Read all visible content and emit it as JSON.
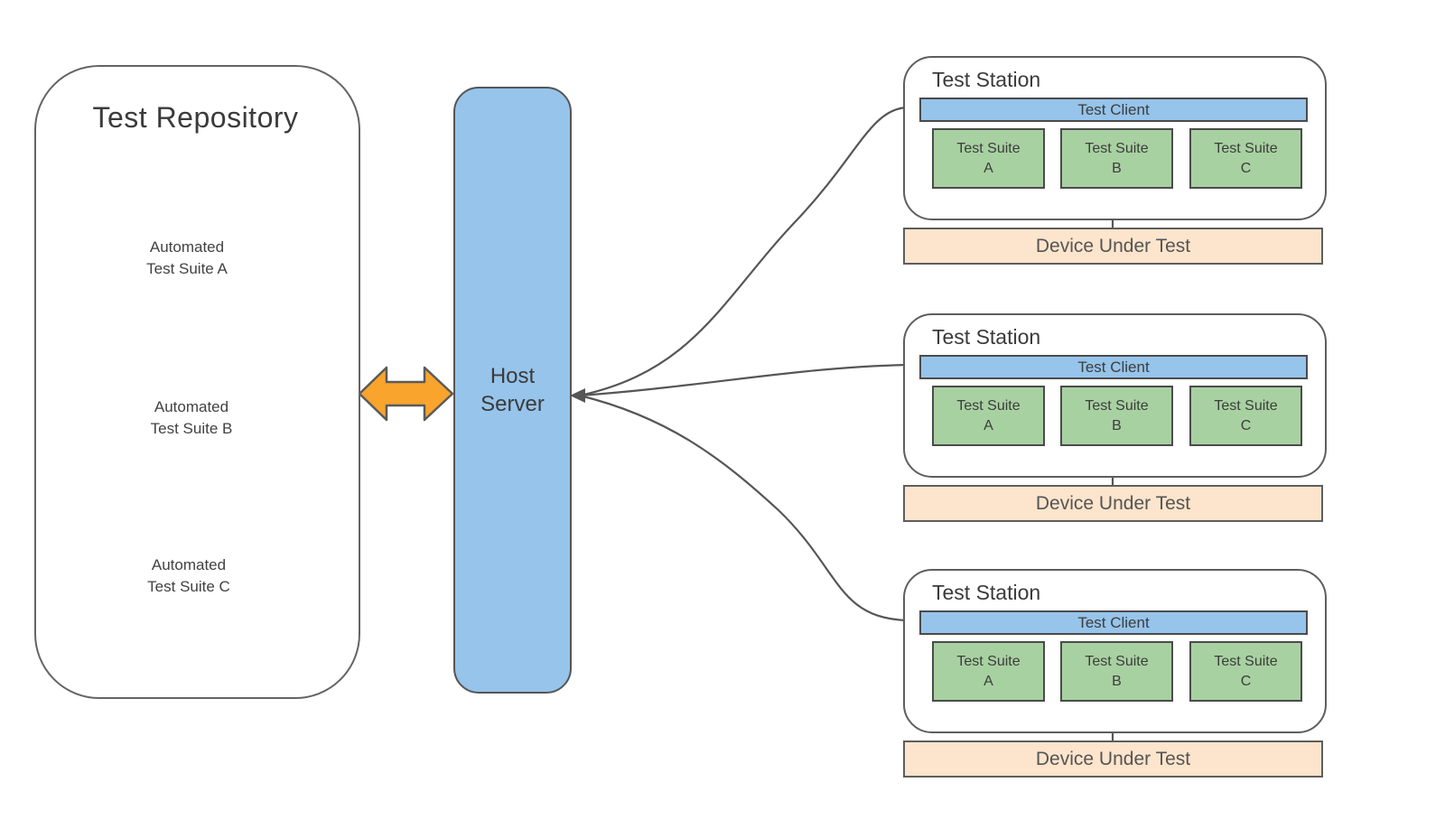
{
  "diagram": {
    "repository": {
      "title": "Test Repository",
      "documents": [
        {
          "line1": "Automated",
          "line2": "Test Suite A"
        },
        {
          "line1": "Automated",
          "line2": "Test Suite B"
        },
        {
          "line1": "Automated",
          "line2": "Test Suite C"
        }
      ]
    },
    "host_server": {
      "line1": "Host",
      "line2": "Server"
    },
    "stations": [
      {
        "title": "Test Station",
        "client_label": "Test Client",
        "suites": [
          {
            "line1": "Test Suite",
            "line2": "A"
          },
          {
            "line1": "Test Suite",
            "line2": "B"
          },
          {
            "line1": "Test Suite",
            "line2": "C"
          }
        ],
        "device_label": "Device Under Test"
      },
      {
        "title": "Test Station",
        "client_label": "Test Client",
        "suites": [
          {
            "line1": "Test Suite",
            "line2": "A"
          },
          {
            "line1": "Test Suite",
            "line2": "B"
          },
          {
            "line1": "Test Suite",
            "line2": "C"
          }
        ],
        "device_label": "Device Under Test"
      },
      {
        "title": "Test Station",
        "client_label": "Test Client",
        "suites": [
          {
            "line1": "Test Suite",
            "line2": "A"
          },
          {
            "line1": "Test Suite",
            "line2": "B"
          },
          {
            "line1": "Test Suite",
            "line2": "C"
          }
        ],
        "device_label": "Device Under Test"
      }
    ],
    "colors": {
      "host_server_fill": "#96C4EB",
      "test_client_fill": "#96C4EB",
      "test_suite_fill": "#A8D1A1",
      "device_fill": "#FCE5CC",
      "arrow_fill": "#F8A42D",
      "connector_stroke": "#565656",
      "document_fill": "#EFEFEF",
      "text": "#3F3F3F"
    }
  }
}
